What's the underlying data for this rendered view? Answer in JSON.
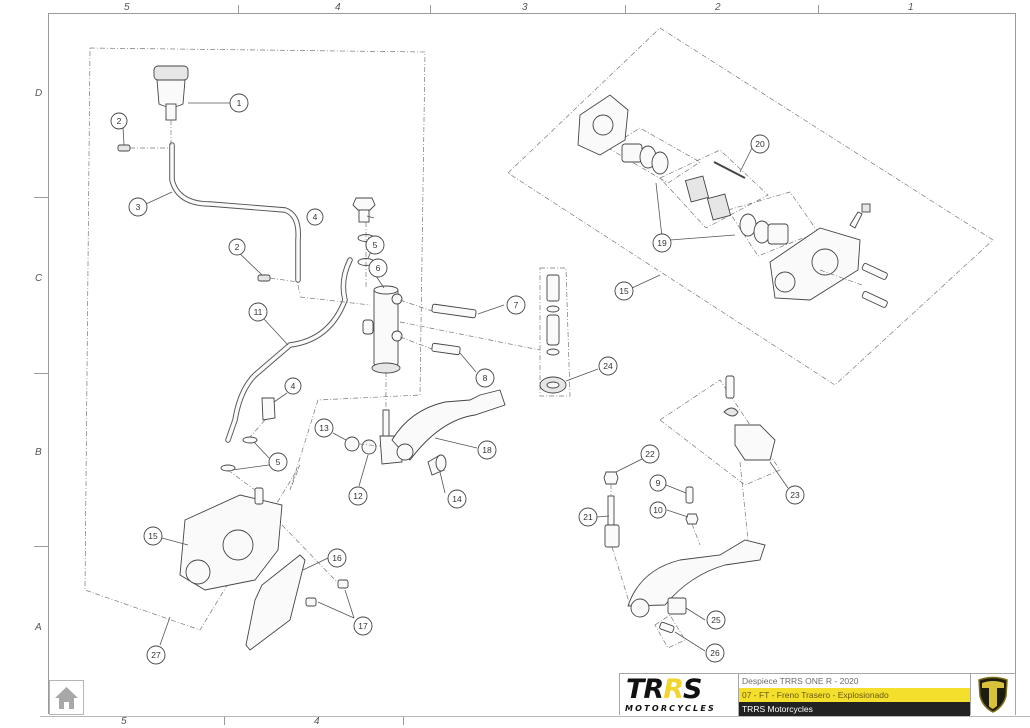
{
  "sheet": {
    "column_labels": [
      "5",
      "4",
      "3",
      "2",
      "1"
    ],
    "bottom_column_labels": [
      "5",
      "4"
    ],
    "row_labels": [
      "D",
      "C",
      "B",
      "A"
    ]
  },
  "callouts": [
    {
      "id": "c1",
      "label": "1"
    },
    {
      "id": "c2a",
      "label": "2"
    },
    {
      "id": "c3",
      "label": "3"
    },
    {
      "id": "c4a",
      "label": "4"
    },
    {
      "id": "c2b",
      "label": "2"
    },
    {
      "id": "c5a",
      "label": "5"
    },
    {
      "id": "c6",
      "label": "6"
    },
    {
      "id": "c7",
      "label": "7"
    },
    {
      "id": "c11",
      "label": "11"
    },
    {
      "id": "c8",
      "label": "8"
    },
    {
      "id": "c4b",
      "label": "4"
    },
    {
      "id": "c13",
      "label": "13"
    },
    {
      "id": "c18",
      "label": "18"
    },
    {
      "id": "c5b",
      "label": "5"
    },
    {
      "id": "c12",
      "label": "12"
    },
    {
      "id": "c14",
      "label": "14"
    },
    {
      "id": "c15a",
      "label": "15"
    },
    {
      "id": "c16",
      "label": "16"
    },
    {
      "id": "c17",
      "label": "17"
    },
    {
      "id": "c27",
      "label": "27"
    },
    {
      "id": "c20",
      "label": "20"
    },
    {
      "id": "c19",
      "label": "19"
    },
    {
      "id": "c15b",
      "label": "15"
    },
    {
      "id": "c24",
      "label": "24"
    },
    {
      "id": "c22",
      "label": "22"
    },
    {
      "id": "c9",
      "label": "9"
    },
    {
      "id": "c10",
      "label": "10"
    },
    {
      "id": "c21",
      "label": "21"
    },
    {
      "id": "c23",
      "label": "23"
    },
    {
      "id": "c25",
      "label": "25"
    },
    {
      "id": "c26",
      "label": "26"
    }
  ],
  "title_block": {
    "logo_text": "TRRS",
    "logo_subtext": "MOTORCYCLES",
    "line1": "Despiece TRRS ONE R - 2020",
    "line2": "07 - FT - Freno Trasero - Explosionado",
    "line3": "TRRS Motorcycles",
    "accent_color": "#f3df2c",
    "dark_color": "#222222"
  },
  "nav": {
    "home_icon": "home-icon"
  }
}
